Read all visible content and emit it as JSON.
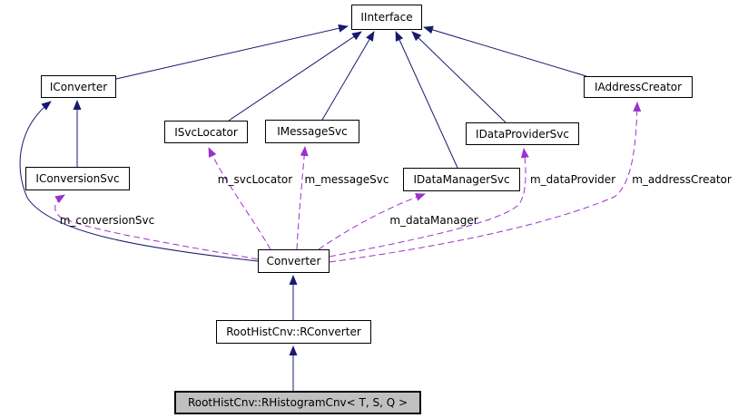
{
  "diagram": {
    "kind": "class-collaboration-diagram",
    "colors": {
      "background": "#ffffff",
      "inheritance_edge": "#191970",
      "usage_edge": "#9a32cd",
      "node_border": "#000000",
      "node_background": "#ffffff",
      "highlight_node_background": "#c0c0c0",
      "text": "#000000"
    }
  },
  "nodes": {
    "iinterface": {
      "label": "IInterface"
    },
    "iconverter": {
      "label": "IConverter"
    },
    "iconversionsvc": {
      "label": "IConversionSvc"
    },
    "isvclocator": {
      "label": "ISvcLocator"
    },
    "imessagesvc": {
      "label": "IMessageSvc"
    },
    "idatamanagersvc": {
      "label": "IDataManagerSvc"
    },
    "idataprovidersvc": {
      "label": "IDataProviderSvc"
    },
    "iaddresscreator": {
      "label": "IAddressCreator"
    },
    "converter": {
      "label": "Converter"
    },
    "rconverter": {
      "label": "RootHistCnv::RConverter"
    },
    "rhistogramcnv": {
      "label": "RootHistCnv::RHistogramCnv< T, S, Q >"
    }
  },
  "edge_labels": {
    "m_conversionSvc": {
      "label": "m_conversionSvc"
    },
    "m_svcLocator": {
      "label": "m_svcLocator"
    },
    "m_messageSvc": {
      "label": "m_messageSvc"
    },
    "m_dataManager": {
      "label": "m_dataManager"
    },
    "m_dataProvider": {
      "label": "m_dataProvider"
    },
    "m_addressCreator": {
      "label": "m_addressCreator"
    }
  }
}
